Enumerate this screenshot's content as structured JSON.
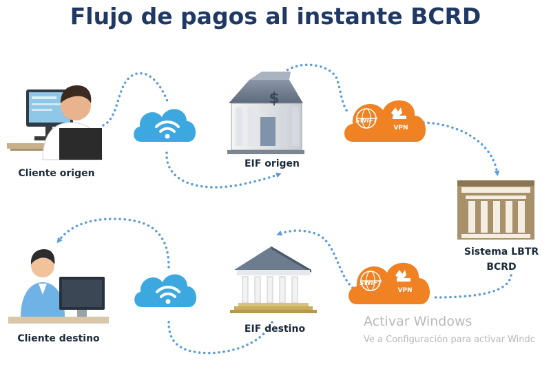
{
  "title": "Flujo de pagos al instante BCRD",
  "nodes": {
    "cliente_origen": "Cliente origen",
    "eif_origen": "EIF origen",
    "sistema_lbtr_line1": "Sistema LBTR",
    "sistema_lbtr_line2": "BCRD",
    "eif_destino": "EIF destino",
    "cliente_destino": "Cliente destino"
  },
  "swift_cloud": {
    "swift_text": "SWIFT",
    "vpn_text": "VPN"
  },
  "watermark": {
    "line1": "Activar Windows",
    "line2": "Ve a Configuración para activar Windows."
  },
  "colors": {
    "title": "#1f3864",
    "dots": "#5b9bd5",
    "wifi_cloud": "#3da8e0",
    "swift_cloud": "#f08223",
    "lbtr_building": "#a8906a"
  }
}
